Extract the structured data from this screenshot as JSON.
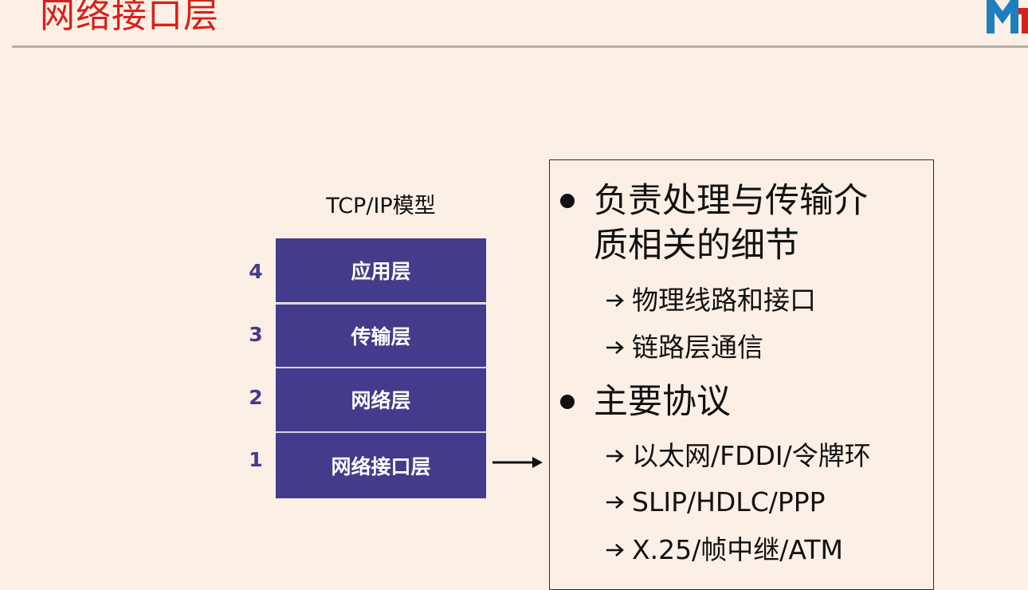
{
  "slide": {
    "title": "网络接口层"
  },
  "model": {
    "caption": "TCP/IP模型",
    "layers": [
      {
        "number": "4",
        "label": "应用层"
      },
      {
        "number": "3",
        "label": "传输层"
      },
      {
        "number": "2",
        "label": "网络层"
      },
      {
        "number": "1",
        "label": "网络接口层"
      }
    ]
  },
  "info": {
    "bullets": [
      {
        "lines": [
          "负责处理与传输介",
          "质相关的细节"
        ],
        "subitems": [
          "物理线路和接口",
          "链路层通信"
        ]
      },
      {
        "lines": [
          "主要协议"
        ],
        "subitems": [
          "以太网/FDDI/令牌环",
          "SLIP/HDLC/PPP",
          "X.25/帧中继/ATM"
        ]
      }
    ]
  },
  "colors": {
    "background": "#fcefe5",
    "title": "#d7201a",
    "layer_fill": "#433b8b",
    "layer_text": "#ffffff",
    "number_text": "#433b8b",
    "logo_blue": "#1d7fbd",
    "logo_red": "#d7201a"
  },
  "icons": {
    "logo": "brand-logo",
    "pointer": "right-arrow-icon",
    "sub_bullet": "arrow-bullet-icon",
    "main_bullet": "bullet-dot-icon"
  }
}
